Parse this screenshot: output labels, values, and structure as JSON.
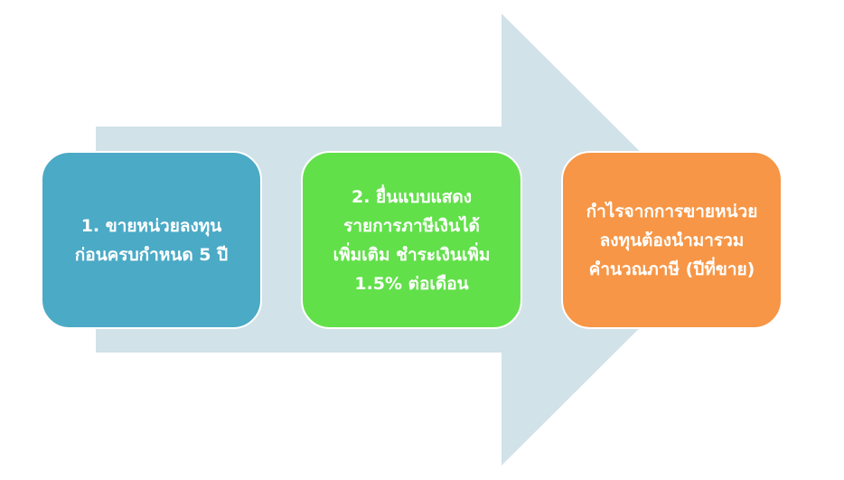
{
  "colors": {
    "arrow": "#D1E2E8",
    "step1": "#4BAAC6",
    "step2": "#62E04A",
    "result": "#F79646"
  },
  "steps": [
    {
      "lines": [
        "1. ขายหน่วยลงทุน",
        "ก่อนครบกำหนด 5 ปี"
      ]
    },
    {
      "lines": [
        "2. ยื่นแบบแสดง",
        "รายการภาษีเงินได้",
        "เพิ่มเติม ชำระเงินเพิ่ม",
        "1.5% ต่อเดือน"
      ]
    },
    {
      "lines": [
        "กำไรจากการขายหน่วย",
        "ลงทุนต้องนำมารวม",
        "คำนวณภาษี (ปีที่ขาย)"
      ]
    }
  ]
}
